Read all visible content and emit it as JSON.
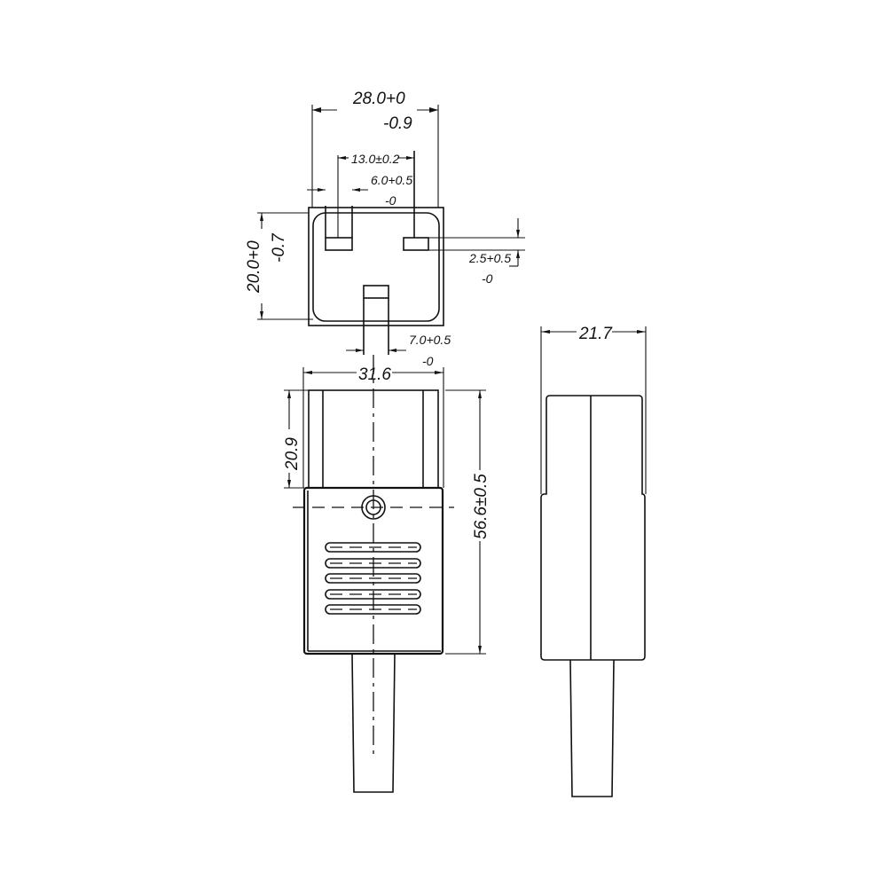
{
  "title": "C13 connector dimension drawing",
  "views": {
    "front_face": {
      "dims": {
        "width_total": {
          "nominal": "28.0+0",
          "tol": "-0.9"
        },
        "pin_spacing": "13.0±0.2",
        "pin_width": {
          "nominal": "6.0+0.5",
          "tol": "-0"
        },
        "height_total": {
          "nominal": "20.0+0",
          "tol": "-0.7"
        },
        "pin_depth": {
          "nominal": "2.5+0.5",
          "tol": "-0"
        },
        "earth_width": {
          "nominal": "7.0+0.5",
          "tol": "-0"
        }
      }
    },
    "top_view": {
      "dims": {
        "width": "31.6",
        "front_section_length": "20.9",
        "total_length": "56.6±0.5"
      }
    },
    "side_view": {
      "dims": {
        "depth": "21.7"
      }
    }
  },
  "colors": {
    "line": "#111111",
    "background": "#ffffff"
  }
}
